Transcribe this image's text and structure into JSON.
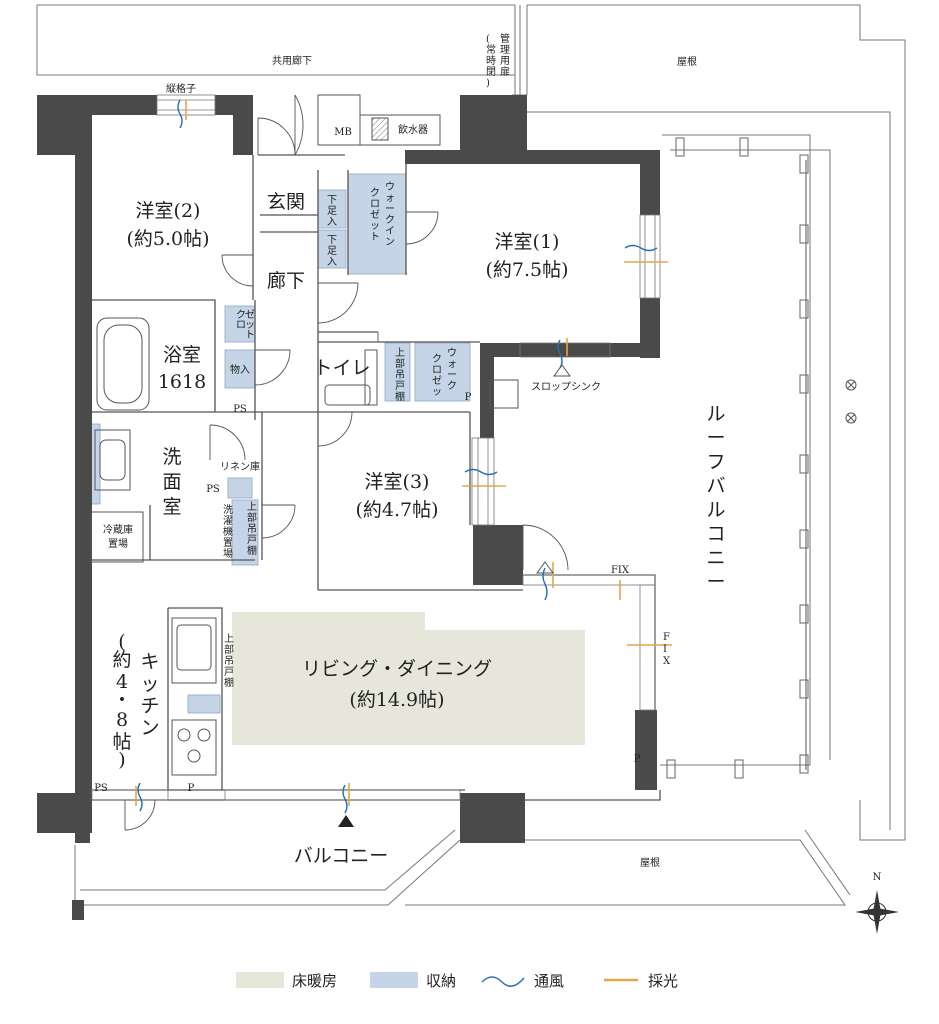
{
  "rooms": {
    "western2_name": "洋室(2)",
    "western2_size": "(約5.0帖)",
    "western1_name": "洋室(1)",
    "western1_size": "(約7.5帖)",
    "western3_name": "洋室(3)",
    "western3_size": "(約4.7帖)",
    "bath_name": "浴室",
    "bath_size": "1618",
    "washroom": [
      "洗",
      "面",
      "室"
    ],
    "kitchen": [
      "キ",
      "ッ",
      "チ",
      "ン"
    ],
    "kitchen_size": [
      "(",
      "約",
      "4",
      "・",
      "8",
      "帖",
      ")"
    ],
    "living_name": "リビング・ダイニング",
    "living_size": "(約14.9帖)",
    "entrance": "玄関",
    "corridor": "廊下",
    "toilet": "トイレ",
    "roof_balcony": [
      "ル",
      "ー",
      "フ",
      "バ",
      "ル",
      "コ",
      "ニ",
      "ー"
    ],
    "balcony": "バルコニー"
  },
  "labels": {
    "common_corridor": "共用廊下",
    "vertical_lattice": "縦格子",
    "mgmt_door": [
      "管",
      "理",
      "用",
      "扉"
    ],
    "mgmt_note": [
      "(",
      "常",
      "時",
      "閉",
      ")"
    ],
    "roof_top": "屋根",
    "roof_bottom": "屋根",
    "mb": "MB",
    "water_heater": "飲水器",
    "walkin_closet_1": [
      "ウ",
      "ォ",
      "ー",
      "ク",
      "イ",
      "ン"
    ],
    "walkin_closet_2": [
      "ク",
      "ロ",
      "ゼ",
      "ッ",
      "ト"
    ],
    "shoe_storage": [
      "下",
      "足",
      "入"
    ],
    "closet": [
      "ク",
      "ロ",
      "ゼ",
      "ッ",
      "ト"
    ],
    "storage": "物入",
    "ps": "PS",
    "p": "P",
    "linen": "リネン庫",
    "fridge_area": "冷蔵庫",
    "fridge_place": "置場",
    "washer": [
      "洗",
      "濯",
      "機",
      "置",
      "場"
    ],
    "upper_cabinet": [
      "上",
      "部",
      "吊",
      "戸",
      "棚"
    ],
    "slop_sink": "スロップシンク",
    "fix": "FIX",
    "fix_v": [
      "F",
      "I",
      "X"
    ],
    "north": "N"
  },
  "legend": {
    "floor_heating": "床暖房",
    "storage": "収納",
    "ventilation": "通風",
    "daylight": "採光"
  },
  "colors": {
    "floor_heating": "#e7e6da",
    "storage": "#c5d4e6",
    "wall": "#4a4a4a",
    "ventilation": "#2a6fb0",
    "daylight": "#e3a74a"
  }
}
